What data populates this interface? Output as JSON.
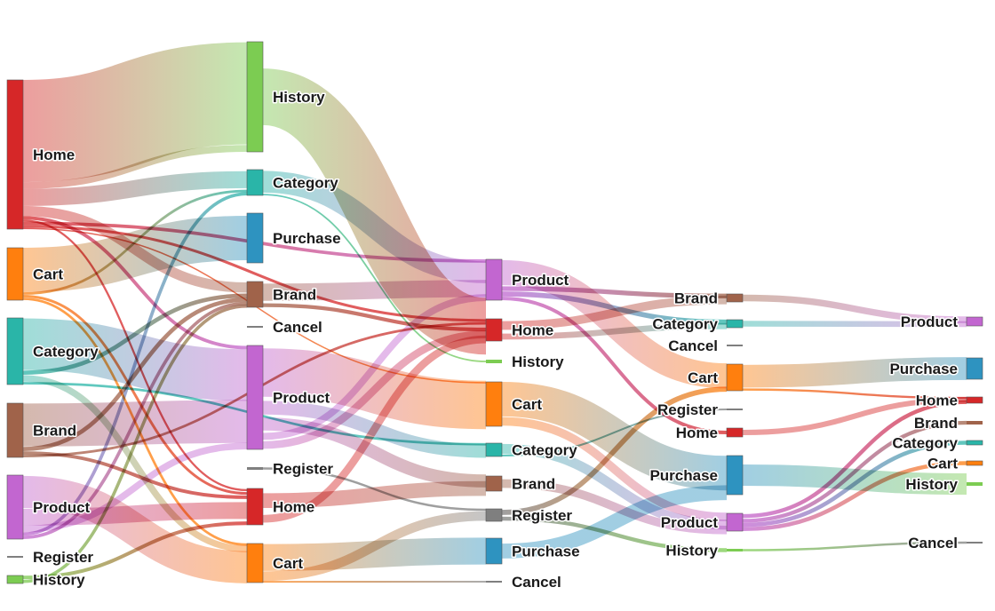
{
  "chart_data": {
    "type": "sankey",
    "colors": {
      "Home": "#d62728",
      "Cart": "#ff7f0e",
      "Category": "#2ab5a8",
      "Brand": "#a0634a",
      "Product": "#c266d0",
      "Register": "#7f7f7f",
      "History": "#7ccc52",
      "Purchase": "#2e93c0",
      "Cancel": "#7f7f7f"
    },
    "nodes": [
      {
        "label": "Home",
        "step": 0,
        "value": 22
      },
      {
        "label": "Cart",
        "step": 0,
        "value": 7
      },
      {
        "label": "Category",
        "step": 0,
        "value": 9
      },
      {
        "label": "Brand",
        "step": 0,
        "value": 7
      },
      {
        "label": "Product",
        "step": 0,
        "value": 9
      },
      {
        "label": "Register",
        "step": 0,
        "value": 0.2
      },
      {
        "label": "History",
        "step": 0,
        "value": 1
      },
      {
        "label": "History",
        "step": 1,
        "value": 16
      },
      {
        "label": "Category",
        "step": 1,
        "value": 3.5
      },
      {
        "label": "Purchase",
        "step": 1,
        "value": 7
      },
      {
        "label": "Brand",
        "step": 1,
        "value": 3.5
      },
      {
        "label": "Cancel",
        "step": 1,
        "value": 0.2
      },
      {
        "label": "Product",
        "step": 1,
        "value": 15
      },
      {
        "label": "Register",
        "step": 1,
        "value": 0.4
      },
      {
        "label": "Home",
        "step": 1,
        "value": 5
      },
      {
        "label": "Cart",
        "step": 1,
        "value": 5.5
      },
      {
        "label": "Product",
        "step": 2,
        "value": 6
      },
      {
        "label": "Home",
        "step": 2,
        "value": 3
      },
      {
        "label": "History",
        "step": 2,
        "value": 0.5
      },
      {
        "label": "Cart",
        "step": 2,
        "value": 6
      },
      {
        "label": "Category",
        "step": 2,
        "value": 2
      },
      {
        "label": "Brand",
        "step": 2,
        "value": 2
      },
      {
        "label": "Register",
        "step": 2,
        "value": 1.5
      },
      {
        "label": "Purchase",
        "step": 2,
        "value": 3.5
      },
      {
        "label": "Cancel",
        "step": 2,
        "value": 0.2
      },
      {
        "label": "Brand",
        "step": 3,
        "value": 1.2
      },
      {
        "label": "Category",
        "step": 3,
        "value": 1
      },
      {
        "label": "Cancel",
        "step": 3,
        "value": 0.2
      },
      {
        "label": "Cart",
        "step": 3,
        "value": 3.5
      },
      {
        "label": "Register",
        "step": 3,
        "value": 0.2
      },
      {
        "label": "Home",
        "step": 3,
        "value": 1
      },
      {
        "label": "Purchase",
        "step": 3,
        "value": 5.5
      },
      {
        "label": "Product",
        "step": 3,
        "value": 2.5
      },
      {
        "label": "History",
        "step": 3,
        "value": 0.3
      },
      {
        "label": "Product",
        "step": 4,
        "value": 1.2
      },
      {
        "label": "Purchase",
        "step": 4,
        "value": 3
      },
      {
        "label": "Home",
        "step": 4,
        "value": 0.8
      },
      {
        "label": "Brand",
        "step": 4,
        "value": 0.5
      },
      {
        "label": "Category",
        "step": 4,
        "value": 0.3
      },
      {
        "label": "Cart",
        "step": 4,
        "value": 0.4
      },
      {
        "label": "History",
        "step": 4,
        "value": 0.4
      },
      {
        "label": "Cancel",
        "step": 4,
        "value": 0.2
      }
    ],
    "links": [
      {
        "source": 0,
        "target": 7,
        "value": 15
      },
      {
        "source": 0,
        "target": 7,
        "value": 1
      },
      {
        "source": 0,
        "target": 8,
        "value": 2.5
      },
      {
        "source": 0,
        "target": 10,
        "value": 1.5
      },
      {
        "source": 0,
        "target": 12,
        "value": 0.5
      },
      {
        "source": 0,
        "target": 14,
        "value": 0.3
      },
      {
        "source": 0,
        "target": 16,
        "value": 0.5
      },
      {
        "source": 0,
        "target": 17,
        "value": 0.4
      },
      {
        "source": 0,
        "target": 19,
        "value": 0.2
      },
      {
        "source": 1,
        "target": 9,
        "value": 5
      },
      {
        "source": 1,
        "target": 8,
        "value": 0.3
      },
      {
        "source": 1,
        "target": 14,
        "value": 0.3
      },
      {
        "source": 1,
        "target": 15,
        "value": 0.3
      },
      {
        "source": 2,
        "target": 12,
        "value": 6
      },
      {
        "source": 2,
        "target": 10,
        "value": 0.5
      },
      {
        "source": 2,
        "target": 15,
        "value": 0.8
      },
      {
        "source": 2,
        "target": 20,
        "value": 0.3
      },
      {
        "source": 3,
        "target": 12,
        "value": 5
      },
      {
        "source": 3,
        "target": 10,
        "value": 0.5
      },
      {
        "source": 3,
        "target": 14,
        "value": 0.4
      },
      {
        "source": 3,
        "target": 17,
        "value": 0.3
      },
      {
        "source": 4,
        "target": 15,
        "value": 4
      },
      {
        "source": 4,
        "target": 14,
        "value": 2
      },
      {
        "source": 4,
        "target": 12,
        "value": 0.8
      },
      {
        "source": 4,
        "target": 8,
        "value": 0.4
      },
      {
        "source": 4,
        "target": 10,
        "value": 0.4
      },
      {
        "source": 6,
        "target": 14,
        "value": 0.3
      },
      {
        "source": 6,
        "target": 10,
        "value": 0.3
      },
      {
        "source": 7,
        "target": 17,
        "value": 0.4
      },
      {
        "source": 8,
        "target": 16,
        "value": 3
      },
      {
        "source": 8,
        "target": 18,
        "value": 0.2
      },
      {
        "source": 10,
        "target": 16,
        "value": 2
      },
      {
        "source": 10,
        "target": 17,
        "value": 0.4
      },
      {
        "source": 12,
        "target": 19,
        "value": 5
      },
      {
        "source": 12,
        "target": 20,
        "value": 1.5
      },
      {
        "source": 12,
        "target": 21,
        "value": 1.5
      },
      {
        "source": 12,
        "target": 16,
        "value": 0.8
      },
      {
        "source": 12,
        "target": 17,
        "value": 0.8
      },
      {
        "source": 13,
        "target": 22,
        "value": 0.2
      },
      {
        "source": 14,
        "target": 21,
        "value": 0.8
      },
      {
        "source": 14,
        "target": 17,
        "value": 0.4
      },
      {
        "source": 15,
        "target": 23,
        "value": 3.5
      },
      {
        "source": 15,
        "target": 22,
        "value": 1.2
      },
      {
        "source": 15,
        "target": 24,
        "value": 0.2
      },
      {
        "source": 16,
        "target": 28,
        "value": 3
      },
      {
        "source": 16,
        "target": 25,
        "value": 0.6
      },
      {
        "source": 16,
        "target": 26,
        "value": 0.6
      },
      {
        "source": 16,
        "target": 30,
        "value": 0.4
      },
      {
        "source": 17,
        "target": 25,
        "value": 0.6
      },
      {
        "source": 17,
        "target": 26,
        "value": 0.4
      },
      {
        "source": 19,
        "target": 31,
        "value": 3.5
      },
      {
        "source": 19,
        "target": 32,
        "value": 1
      },
      {
        "source": 20,
        "target": 32,
        "value": 1.2
      },
      {
        "source": 20,
        "target": 29,
        "value": 0.2
      },
      {
        "source": 21,
        "target": 32,
        "value": 0.3
      },
      {
        "source": 22,
        "target": 28,
        "value": 0.4
      },
      {
        "source": 22,
        "target": 33,
        "value": 0.3
      },
      {
        "source": 23,
        "target": 31,
        "value": 0.4
      },
      {
        "source": 25,
        "target": 34,
        "value": 0.6
      },
      {
        "source": 26,
        "target": 34,
        "value": 0.4
      },
      {
        "source": 28,
        "target": 35,
        "value": 3
      },
      {
        "source": 28,
        "target": 36,
        "value": 0.3
      },
      {
        "source": 30,
        "target": 36,
        "value": 0.3
      },
      {
        "source": 32,
        "target": 36,
        "value": 0.4
      },
      {
        "source": 32,
        "target": 37,
        "value": 0.3
      },
      {
        "source": 32,
        "target": 38,
        "value": 0.3
      },
      {
        "source": 32,
        "target": 39,
        "value": 0.3
      },
      {
        "source": 31,
        "target": 40,
        "value": 0.3
      },
      {
        "source": 33,
        "target": 41,
        "value": 0.2
      }
    ]
  }
}
